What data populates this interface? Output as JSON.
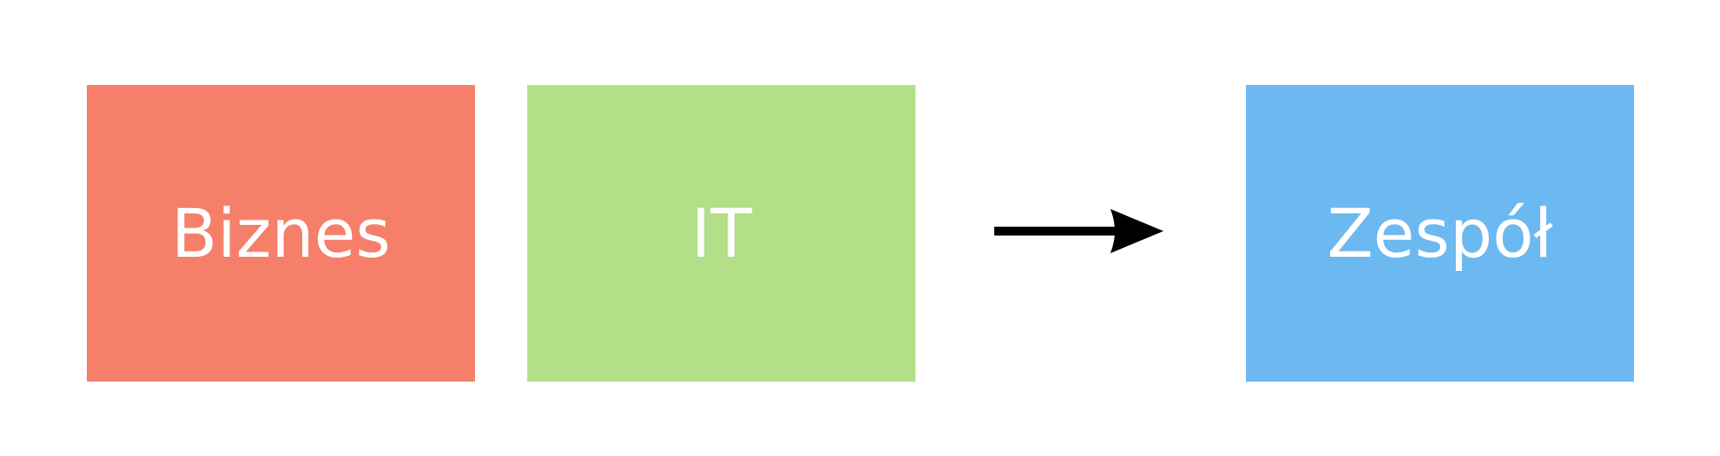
{
  "boxes": {
    "biznes": {
      "label": "Biznes",
      "color": "#F67F6A"
    },
    "it": {
      "label": "IT",
      "color": "#B2DF87"
    },
    "zespol": {
      "label": "Zespół",
      "color": "#6CB8F1"
    }
  },
  "arrow": {
    "color": "#000000"
  }
}
